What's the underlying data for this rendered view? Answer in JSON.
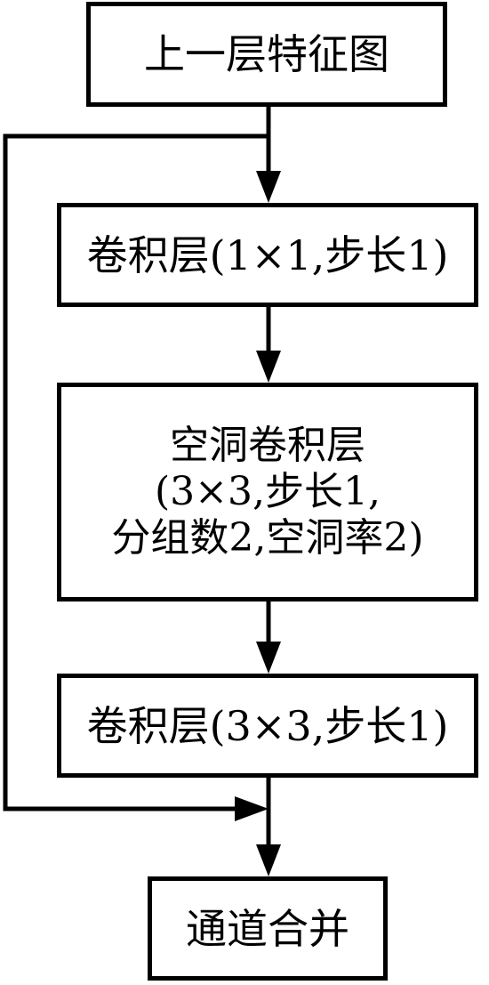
{
  "diagram": {
    "nodes": [
      {
        "id": "top",
        "lines": [
          "上一层特征图"
        ]
      },
      {
        "id": "conv1",
        "lines": [
          "卷积层(1×1,步长1)"
        ]
      },
      {
        "id": "dil",
        "lines": [
          "空洞卷积层",
          "(3×3,步长1,",
          "分组数2,空洞率2)"
        ]
      },
      {
        "id": "conv3",
        "lines": [
          "卷积层(3×3,步长1)"
        ]
      },
      {
        "id": "concat",
        "lines": [
          "通道合并"
        ]
      }
    ],
    "edges": [
      {
        "from": "top",
        "to": "conv1"
      },
      {
        "from": "conv1",
        "to": "dil"
      },
      {
        "from": "dil",
        "to": "conv3"
      },
      {
        "from": "conv3",
        "to": "concat"
      },
      {
        "from": "top",
        "to": "concat",
        "kind": "skip"
      }
    ],
    "colors": {
      "stroke": "#000000",
      "fill": "#ffffff",
      "text": "#000000"
    }
  }
}
